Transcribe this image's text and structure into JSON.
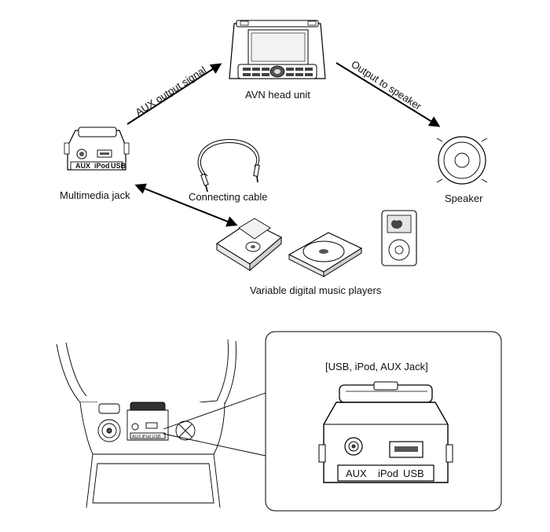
{
  "labels": {
    "head_unit": "AVN head unit",
    "multimedia_jack": "Multimedia jack",
    "speaker": "Speaker",
    "connecting_cable": "Connecting cable",
    "music_players": "Variable digital music players",
    "aux_output": "AUX output signal",
    "output_speaker": "Output to speaker",
    "detail_title": "[USB, iPod, AUX Jack]"
  },
  "jack_plate": {
    "aux": "AUX",
    "ipod": "iPod",
    "usb": "USB"
  },
  "small_jack_plate": {
    "aux": "AUX",
    "ipod": "iPod",
    "usb": "USB"
  },
  "console_plate": "AUX iPod USB",
  "colors": {
    "line": "#000000",
    "fill": "#ffffff",
    "shade": "#d9d9d9",
    "dark": "#333333"
  }
}
